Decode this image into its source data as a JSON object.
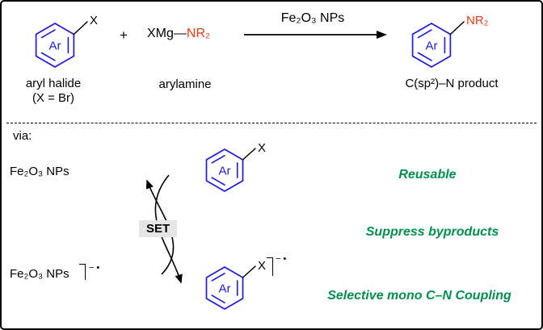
{
  "colors": {
    "structure_blue": "#1a1ae0",
    "heteroatom_red": "#ee3b12",
    "highlight_green": "#00914d",
    "set_box_bg": "#e5e5e5"
  },
  "scheme": {
    "aryl_halide": {
      "ring_label": "Ar",
      "substituent": "X",
      "caption_line1": "aryl halide",
      "caption_line2": "(X = Br)"
    },
    "plus": "+",
    "arylamine": {
      "formula_black": "XMg",
      "formula_bond": "—",
      "formula_red": "NR₂",
      "caption": "arylamine"
    },
    "reaction_arrow_label": "Fe₂O₃ NPs",
    "product": {
      "ring_label": "Ar",
      "substituent": "NR₂",
      "caption": "C(sp²)–N product"
    }
  },
  "mechanism": {
    "via_label": "via:",
    "catalyst_top": "Fe₂O₃ NPs",
    "catalyst_bottom": "Fe₂O₃ NPs",
    "catalyst_bottom_charge": "− •",
    "set_label": "SET",
    "aryl_halide": {
      "ring_label": "Ar",
      "substituent": "X"
    },
    "radical_anion": {
      "ring_label": "Ar",
      "substituent": "X",
      "charge": "− •"
    },
    "highlights": [
      "Reusable",
      "Suppress byproducts",
      "Selective mono C–N Coupling"
    ]
  }
}
